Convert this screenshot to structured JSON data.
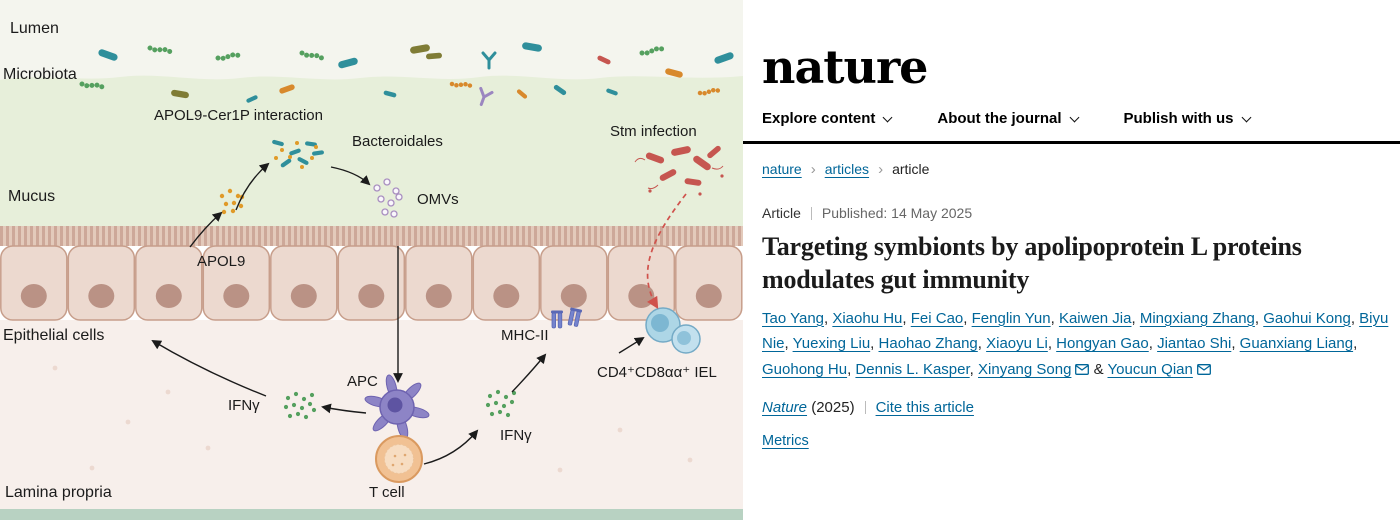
{
  "colors": {
    "link": "#006699",
    "rule": "#000000"
  },
  "diagram": {
    "labels": {
      "lumen": "Lumen",
      "microbiota": "Microbiota",
      "interaction": "APOL9-Cer1P interaction",
      "bacteroidales": "Bacteroidales",
      "omvs": "OMVs",
      "mucus": "Mucus",
      "apol9": "APOL9",
      "stm_infection": "Stm infection",
      "epithelial_cells": "Epithelial cells",
      "mhc2": "MHC-II",
      "iel": "CD4⁺CD8αα⁺ IEL",
      "ifng_left": "IFNγ",
      "apc": "APC",
      "ifng_right": "IFNγ",
      "t_cell": "T cell",
      "lamina_propria": "Lamina propria"
    }
  },
  "article": {
    "brand": "nature",
    "nav": [
      {
        "label": "Explore content"
      },
      {
        "label": "About the journal"
      },
      {
        "label": "Publish with us"
      }
    ],
    "breadcrumb": {
      "separator": "›",
      "items": [
        {
          "label": "nature",
          "link": true
        },
        {
          "label": "articles",
          "link": true
        },
        {
          "label": "article",
          "link": false
        }
      ]
    },
    "meta": {
      "type": "Article",
      "published": "Published: 14 May 2025"
    },
    "title": "Targeting symbionts by apolipoprotein L proteins modulates gut immunity",
    "authors": [
      {
        "name": "Tao Yang"
      },
      {
        "name": "Xiaohu Hu"
      },
      {
        "name": "Fei Cao"
      },
      {
        "name": "Fenglin Yun"
      },
      {
        "name": "Kaiwen Jia"
      },
      {
        "name": "Mingxiang Zhang"
      },
      {
        "name": "Gaohui Kong"
      },
      {
        "name": "Biyu Nie"
      },
      {
        "name": "Yuexing Liu"
      },
      {
        "name": "Haohao Zhang"
      },
      {
        "name": "Xiaoyu Li"
      },
      {
        "name": "Hongyan Gao"
      },
      {
        "name": "Jiantao Shi"
      },
      {
        "name": "Guanxiang Liang"
      },
      {
        "name": "Guohong Hu"
      },
      {
        "name": "Dennis L. Kasper"
      },
      {
        "name": "Xinyang Song",
        "email": true
      },
      {
        "name": "Youcun Qian",
        "email": true
      }
    ],
    "citation": {
      "journal": "Nature",
      "year": "(2025)",
      "cite_link": "Cite this article"
    },
    "metrics_label": "Metrics"
  }
}
